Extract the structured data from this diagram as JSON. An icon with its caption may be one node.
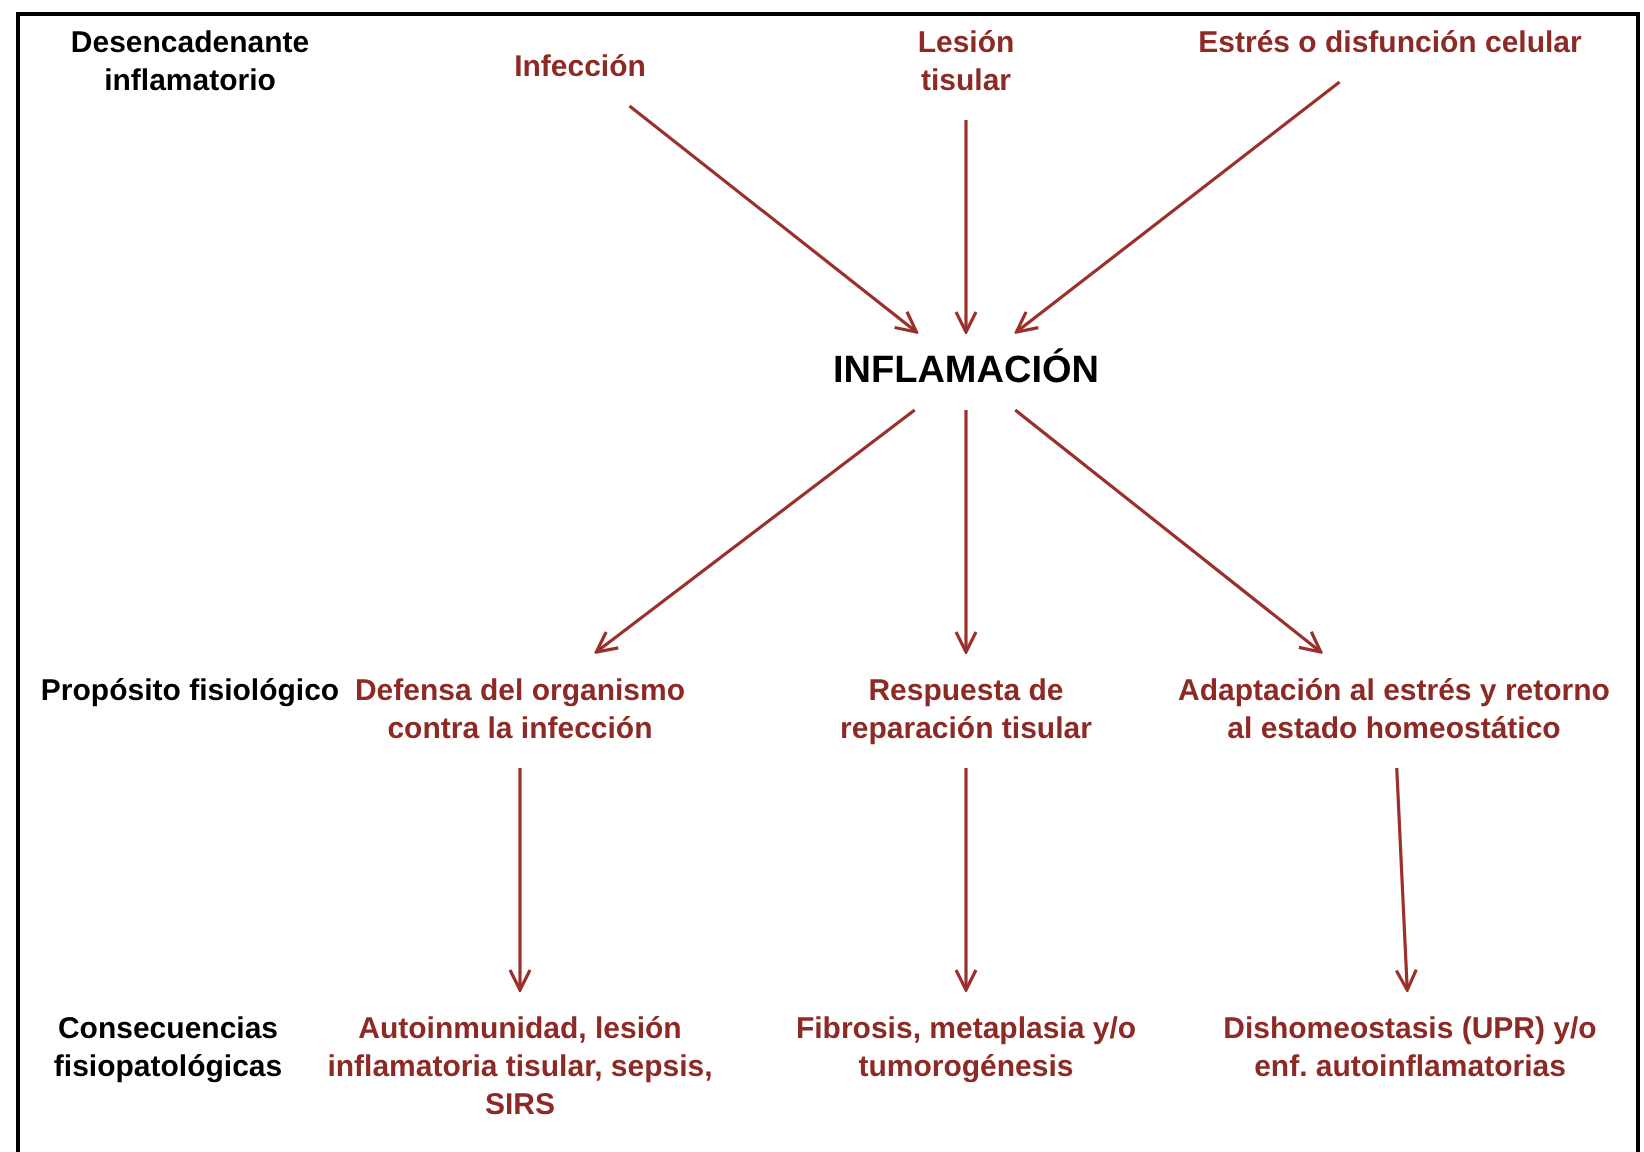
{
  "diagram": {
    "nodes": [
      {
        "text": [
          "Infección"
        ]
      },
      {
        "text": [
          "Lesión tisular"
        ]
      },
      {
        "text": [
          "Estrés o disfunción celular"
        ]
      },
      {
        "text": [
          "INFLAMACIÓN"
        ]
      },
      {
        "text": [
          "Defensa del organismo contra la infección"
        ]
      },
      {
        "text": [
          "Respuesta de reparación tisular"
        ]
      },
      {
        "text": [
          "Adaptación al estrés y retorno al estado homeostático"
        ]
      },
      {
        "text": [
          "Autoinmunidad, lesión inflamatoria tisular, sepsis, SIRS"
        ]
      },
      {
        "text": [
          "Fibrosis, metaplasia y/o tumorogénesis"
        ]
      },
      {
        "text": [
          "Dishomeostasis (UPR) y/o enf. autoinflamatorias"
        ]
      }
    ],
    "edges": [
      {
        "from": 0,
        "to": 3,
        "arrow": "to"
      },
      {
        "from": 1,
        "to": 3,
        "arrow": "to"
      },
      {
        "from": 2,
        "to": 3,
        "arrow": "to"
      },
      {
        "from": 3,
        "to": 4,
        "arrow": "to"
      },
      {
        "from": 3,
        "to": 5,
        "arrow": "to"
      },
      {
        "from": 3,
        "to": 6,
        "arrow": "to"
      },
      {
        "from": 4,
        "to": 7,
        "arrow": "to"
      },
      {
        "from": 5,
        "to": 8,
        "arrow": "to"
      },
      {
        "from": 6,
        "to": 9,
        "arrow": "to"
      }
    ],
    "labels": [
      "Desencadenante inflamatorio",
      "Propósito fisiológico",
      "Consecuencias fisiopatológicas"
    ]
  }
}
